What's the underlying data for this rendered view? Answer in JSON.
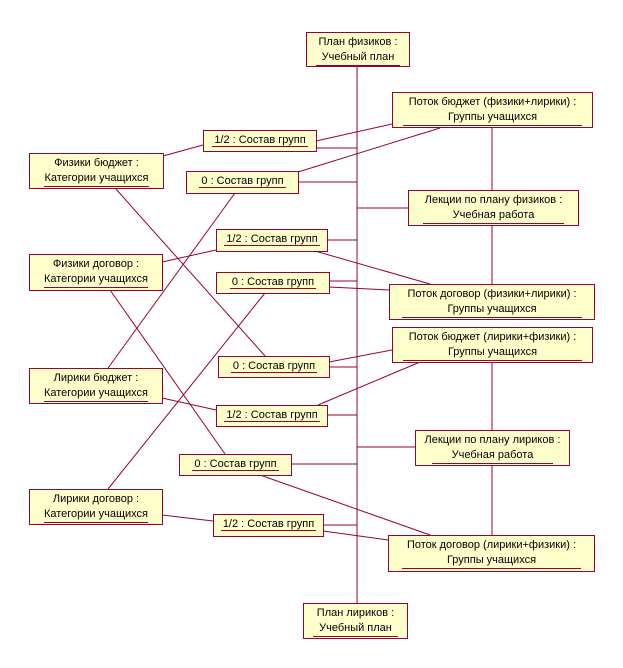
{
  "colors": {
    "fill": "#ffffcc",
    "line": "#990033"
  },
  "objects": {
    "plan_fiz": {
      "name": "План физиков :",
      "cls": "Учебный план"
    },
    "potok_b_fl": {
      "name": "Поток бюджет (физики+лирики) :",
      "cls": "Группы учащихся"
    },
    "fiz_budget": {
      "name": "Физики бюджет :",
      "cls": "Категории учащихся"
    },
    "lekcii_fiz": {
      "name": "Лекции по плану физиков :",
      "cls": "Учебная работа"
    },
    "fiz_dogovor": {
      "name": "Физики договор :",
      "cls": "Категории учащихся"
    },
    "potok_d_fl": {
      "name": "Поток договор (физики+лирики) :",
      "cls": "Группы учащихся"
    },
    "potok_b_lf": {
      "name": "Поток бюджет (лирики+физики) :",
      "cls": "Группы учащихся"
    },
    "lir_budget": {
      "name": "Лирики бюджет :",
      "cls": "Категории учащихся"
    },
    "lekcii_lir": {
      "name": "Лекции по плану лириков :",
      "cls": "Учебная работа"
    },
    "lir_dogovor": {
      "name": "Лирики договор :",
      "cls": "Категории учащихся"
    },
    "potok_d_lf": {
      "name": "Поток договор (лирики+физики) :",
      "cls": "Группы учащихся"
    },
    "plan_lir": {
      "name": "План лириков :",
      "cls": "Учебный план"
    }
  },
  "links": [
    "1/2 : Состав групп",
    "0 : Состав групп",
    "1/2 : Состав групп",
    "0 : Состав групп",
    "0 : Состав групп",
    "1/2 : Состав групп",
    "0 : Состав групп",
    "1/2 : Состав групп"
  ]
}
